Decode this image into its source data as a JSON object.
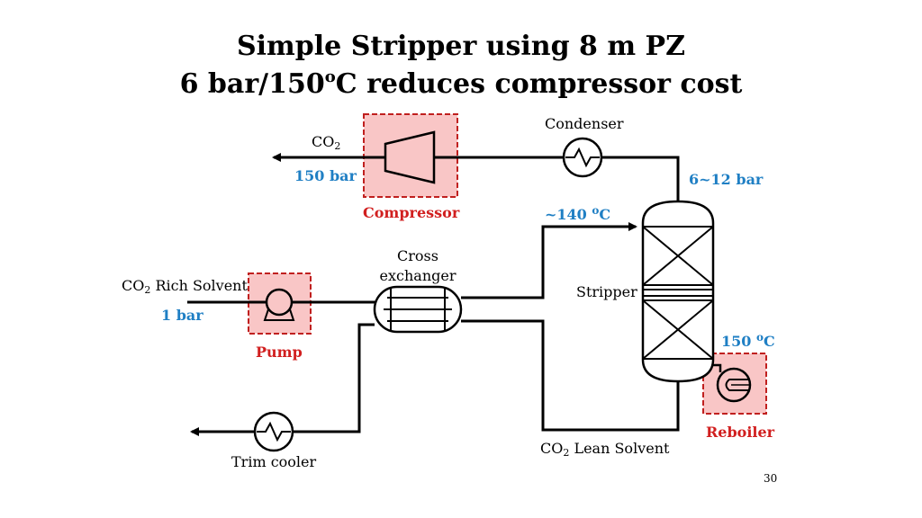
{
  "title": {
    "line1": "Simple Stripper using 8 m PZ",
    "line2_pre": "6 bar/150",
    "line2_sup": "o",
    "line2_post": "C reduces compressor cost"
  },
  "labels": {
    "co2_base": "CO",
    "co2_sub": "2",
    "pressure_150bar": "150 bar",
    "compressor": "Compressor",
    "condenser": "Condenser",
    "pressure_6_12bar": "6~12 bar",
    "temp_140_pre": "~140 ",
    "temp_140_sup": "o",
    "temp_140_post": "C",
    "cross_exchanger_line1": "Cross",
    "cross_exchanger_line2": "exchanger",
    "rich_solvent_base": "CO",
    "rich_solvent_sub": "2",
    "rich_solvent_post": " Rich Solvent",
    "pressure_1bar": "1 bar",
    "pump": "Pump",
    "stripper": "Stripper",
    "temp_150_pre": "150 ",
    "temp_150_sup": "o",
    "temp_150_post": "C",
    "reboiler": "Reboiler",
    "lean_solvent_base": "CO",
    "lean_solvent_sub": "2",
    "lean_solvent_post": " Lean Solvent",
    "trim_cooler": "Trim cooler",
    "page_number": "30"
  },
  "colors": {
    "highlight_fill": "#f9c6c6",
    "highlight_border": "#c0201f",
    "label_blue": "#1f7fc4",
    "label_red": "#d11f1f"
  }
}
